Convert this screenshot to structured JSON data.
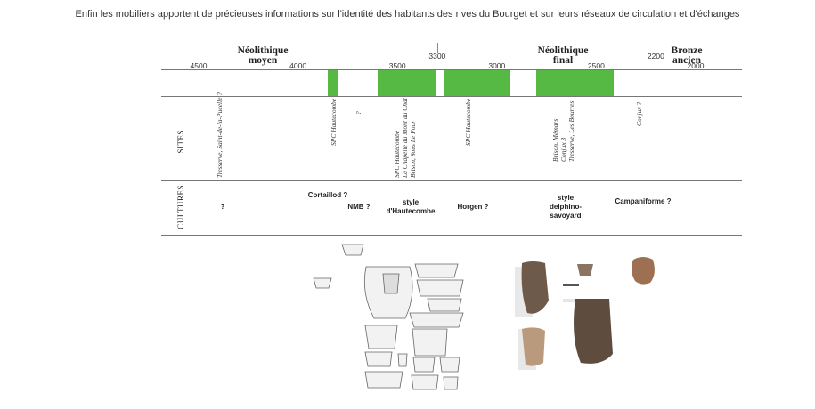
{
  "caption": "Enfin les mobiliers apportent de précieuses informations sur l'identité des habitants des rives du Bourget et sur leurs réseaux de circulation et d'échanges",
  "periods": [
    {
      "text": "Néolithique\nmoyen"
    },
    {
      "text": "Néolithique\nfinal"
    },
    {
      "text": "Bronze\nancien"
    }
  ],
  "ticks": [
    "4500",
    "4000",
    "3500",
    "3300",
    "3000",
    "2500",
    "2200",
    "2000"
  ],
  "bars": [
    {
      "from": 3850,
      "to": 3800
    },
    {
      "from": 3600,
      "to": 3310
    },
    {
      "from": 3270,
      "to": 2930
    },
    {
      "from": 2800,
      "to": 2410
    }
  ],
  "row_labels": {
    "sites": "SITES",
    "cultures": "CULTURES"
  },
  "sites": [
    {
      "text": "Tresserve, Saint-de-la-Pucelle ?"
    },
    {
      "text": "SPC Hautecombe"
    },
    {
      "text": "?"
    },
    {
      "text": "SPC Hautecombe\nLa Chapelle du Mont du Chat\nBrison, Sous Le Four"
    },
    {
      "text": "SPC Hautecombe"
    },
    {
      "text": "Brison, Mémars\nConjux 3\nTresserve, Les Bourres"
    },
    {
      "text": "Conjux ?"
    }
  ],
  "cultures": [
    {
      "text": "?"
    },
    {
      "text": "Cortaillod ?"
    },
    {
      "text": "NMB ?"
    },
    {
      "text": "style\nd'Hautecombe"
    },
    {
      "text": "Horgen ?"
    },
    {
      "text": "style\ndelphino-\nsavoyard"
    },
    {
      "text": "Campaniforme ?"
    }
  ],
  "colors": {
    "bar": "#55b944",
    "pottery_dark": "#6e5a4a",
    "pottery_light": "#b99a7c"
  }
}
